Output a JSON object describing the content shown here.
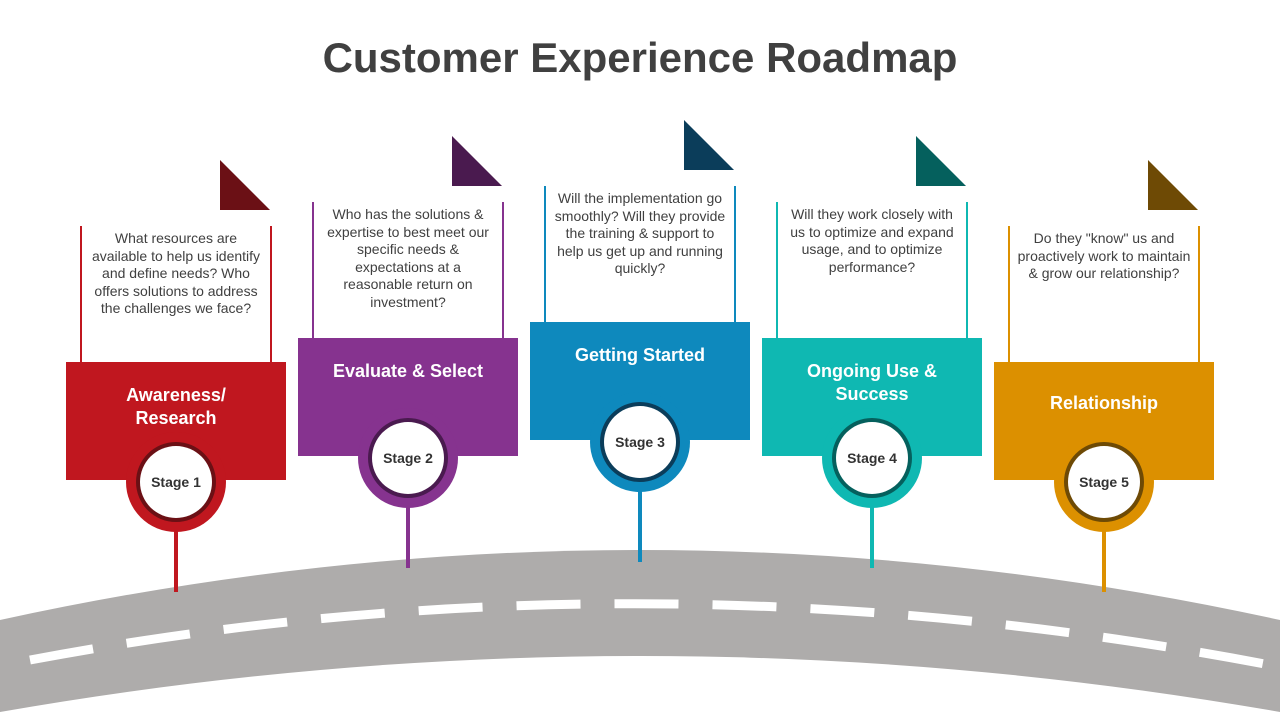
{
  "title": "Customer Experience Roadmap",
  "road": {
    "asphalt_color": "#aeacab",
    "dash_color": "#ffffff"
  },
  "stages": [
    {
      "badge": "Stage 1",
      "label": "Awareness/ Research",
      "question": "What resources are available to help us identify and define needs? Who offers solutions to address the challenges we face?",
      "color": "#c0171f",
      "dark": "#6b1015"
    },
    {
      "badge": "Stage 2",
      "label": "Evaluate & Select",
      "question": "Who has the solutions & expertise to best meet our specific needs & expectations at a reasonable return on investment?",
      "color": "#86338f",
      "dark": "#4a1a4f"
    },
    {
      "badge": "Stage 3",
      "label": "Getting Started",
      "question": "Will the implementation go smoothly? Will they provide the training & support to help us get up and running quickly?",
      "color": "#0e89bd",
      "dark": "#0b3d5a"
    },
    {
      "badge": "Stage 4",
      "label": "Ongoing Use & Success",
      "question": "Will they work closely with us to optimize and expand usage, and to optimize performance?",
      "color": "#0fb8b2",
      "dark": "#05605d"
    },
    {
      "badge": "Stage 5",
      "label": "Relationship",
      "question": "Do they \"know\" us and proactively work to maintain & grow our relationship?",
      "color": "#dc9000",
      "dark": "#6e4a05"
    }
  ]
}
